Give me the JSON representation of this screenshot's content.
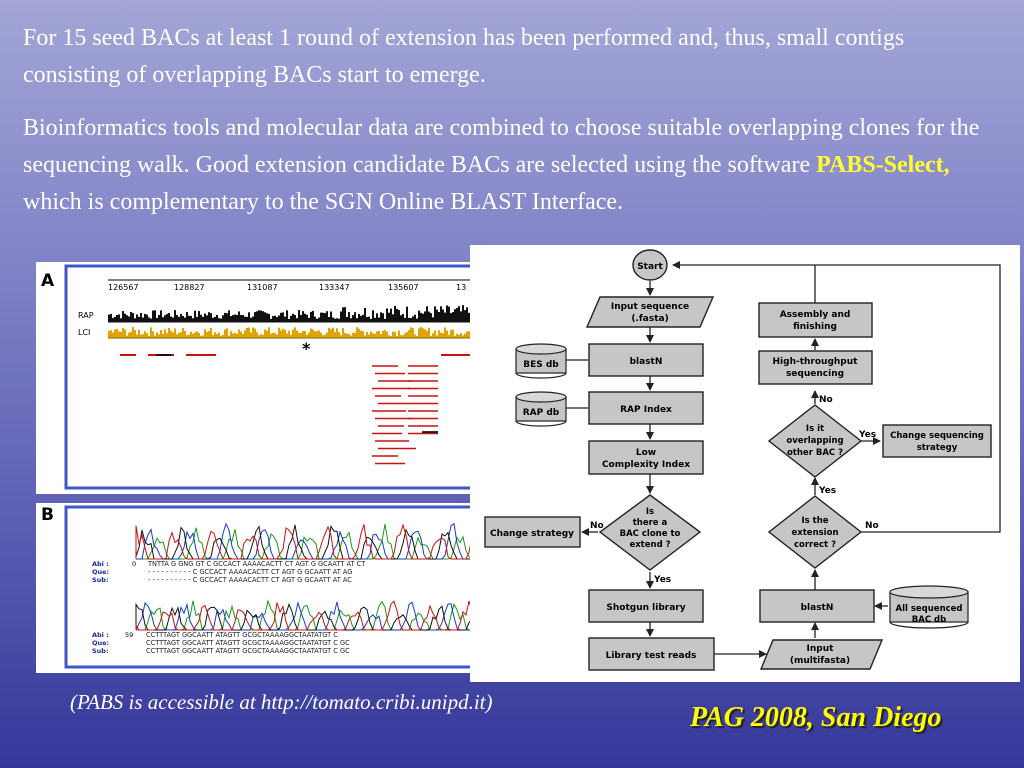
{
  "slide": {
    "para1": "For 15 seed BACs at least 1 round of  extension has been performed and, thus, small contigs consisting of  overlapping BACs start to emerge.",
    "para2_a": "Bioinformatics tools and molecular data are combined to choose suitable overlapping clones for the sequencing walk. Good extension candidate BACs are selected using the software ",
    "para2_highlight": "PABS-Select,",
    "para2_b": " which is complementary to the SGN Online BLAST Interface.",
    "footer_url": "(PABS is accessible at http://tomato.cribi.unipd.it)",
    "venue": "PAG 2008, San Diego",
    "highlight_color": "#ffff33"
  },
  "panelA": {
    "label": "A",
    "ruler": [
      "126567",
      "128827",
      "131087",
      "133347",
      "135607",
      "13"
    ],
    "track_rap": "RAP",
    "track_lci": "LCI",
    "star": "*"
  },
  "panelB": {
    "label": "B",
    "row1_num": "0",
    "row2_num": "59",
    "seq_labels": [
      "Abi :",
      "Que:",
      "Sub:"
    ],
    "seq1_abi": "TNTTA G GNG GT C GCCACT AAAACACTT CT AGT G GCAATT AT CT",
    "seq1_que": "- - - - -  - - - - -  C GCCACT AAAACACTT CT AGT G GCAATT AT AG",
    "seq1_sub": "- - - - -  - - - - -  C GCCACT AAAACACTT CT AGT G GCAATT AT AC",
    "seq2_abi": "CCTTTAGT GGCAATT ATAGTT GCGCTAAAAGGCTAATATGT C",
    "seq2_que": "CCTTTAGT GGCAATT ATAGTT GCGCTAAAAGGCTAATATGT C GC",
    "seq2_sub": "CCTTTAGT GGCAATT ATAGTT GCGCTAAAAGGCTAATATGT C GC"
  },
  "flow": {
    "start": "Start",
    "input_seq": [
      "Input sequence",
      "(.fasta)"
    ],
    "bes_db": "BES db",
    "rap_db": "RAP db",
    "blastn_left": "blastN",
    "rap_index": "RAP Index",
    "low_complexity": [
      "Low",
      "Complexity Index"
    ],
    "is_there": [
      "Is",
      "there a",
      "BAC clone to",
      "extend ?"
    ],
    "change_strategy": "Change strategy",
    "shotgun": "Shotgun library",
    "library_reads": "Library test reads",
    "input_multi": [
      "Input",
      "(multifasta)"
    ],
    "blastn_right": "blastN",
    "all_seq_db": [
      "All sequenced",
      "BAC db"
    ],
    "is_ext_correct": [
      "Is the",
      "extension",
      "correct ?"
    ],
    "is_overlapping": [
      "Is it",
      "overlapping",
      "other BAC ?"
    ],
    "change_seq_strategy": [
      "Change sequencing",
      "strategy"
    ],
    "high_throughput": [
      "High-throughput",
      "sequencing"
    ],
    "assembly": [
      "Assembly and",
      "finishing"
    ],
    "yes": "Yes",
    "no": "No"
  }
}
